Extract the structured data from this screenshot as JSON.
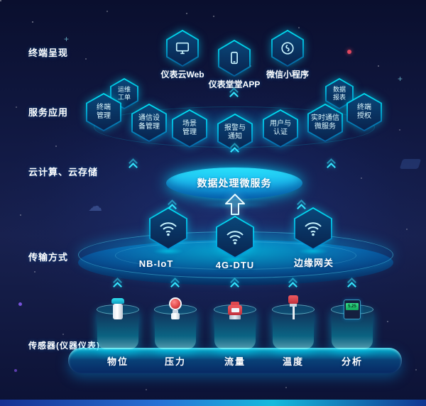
{
  "layer_labels": {
    "terminal": "终端呈现",
    "service": "服务应用",
    "cloud": "云计算、云存储",
    "transport": "传输方式",
    "sensor": "传感器(仪器仪表)"
  },
  "terminal_apps": [
    {
      "label": "仪表云Web"
    },
    {
      "label": "仪表堂堂APP"
    },
    {
      "label": "微信小程序"
    }
  ],
  "service_badges": [
    {
      "text": "终端\n管理"
    },
    {
      "text": "通信设\n备管理"
    },
    {
      "text": "场景\n管理"
    },
    {
      "text": "报警与\n通知"
    },
    {
      "text": "用户与\n认证"
    },
    {
      "text": "实时通信\n微服务"
    },
    {
      "text": "终端\n授权"
    }
  ],
  "service_small_badges": [
    {
      "text": "运维\n工单"
    },
    {
      "text": "数据\n报表"
    }
  ],
  "cloud": {
    "core_label": "数据处理微服务"
  },
  "transport": {
    "items": [
      {
        "label": "NB-IoT"
      },
      {
        "label": "4G-DTU"
      },
      {
        "label": "边缘网关"
      }
    ]
  },
  "sensors": [
    {
      "label": "物位"
    },
    {
      "label": "压力"
    },
    {
      "label": "流量"
    },
    {
      "label": "温度"
    },
    {
      "label": "分析",
      "screen_value": "5.25"
    }
  ],
  "colors": {
    "accent_cyan": "#19e3ff",
    "platform_teal": "#0fd0e8",
    "background_navy": "#10173f",
    "alert_red": "#e2475f"
  }
}
